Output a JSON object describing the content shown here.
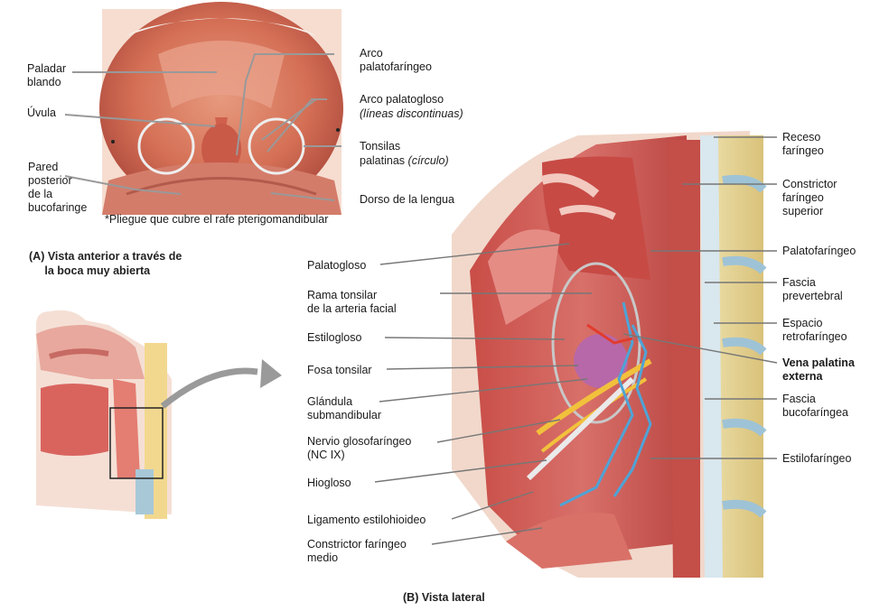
{
  "panel_a": {
    "caption": "(A) Vista anterior a través de\n     la boca muy abierta",
    "labels": {
      "paladar_blando": "Paladar\nblando",
      "uvula": "Úvula",
      "pared_posterior": "Pared\nposterior\nde la\nbucofaringe",
      "arco_palatofaringeo": "Arco\npalatofaríngeo",
      "arco_palatogloso": "Arco palatogloso",
      "lineas_discontinuas": "(líneas discontinuas)",
      "tonsilas_palatinas": "Tonsilas",
      "tonsilas_palatinas_2": "palatinas",
      "circulo": "(círculo)",
      "dorso_lengua": "Dorso de la lengua",
      "footnote": "*Pliegue que cubre el rafe pterigomandibular"
    }
  },
  "panel_b": {
    "caption": "(B) Vista lateral",
    "left_labels": {
      "palatogloso": "Palatogloso",
      "rama_tonsilar": "Rama tonsilar\nde la arteria facial",
      "estilogloso": "Estilogloso",
      "fosa_tonsilar": "Fosa tonsilar",
      "glandula_submandibular": "Glándula\nsubmandibular",
      "nervio_glosofaringeo": "Nervio glosofaríngeo\n(NC IX)",
      "hiogloso": "Hiogloso",
      "ligamento_estilohioideo": "Ligamento estilohioideo",
      "constrictor_medio": "Constrictor faríngeo\nmedio"
    },
    "right_labels": {
      "receso_faringeo": "Receso\nfaríngeo",
      "constrictor_superior": "Constrictor\nfaríngeo\nsuperior",
      "palatofaringeo": "Palatofaríngeo",
      "fascia_prevertebral": "Fascia\nprevertebral",
      "espacio_retrofaringeo": "Espacio\nretrofaríngeo",
      "vena_palatina_externa": "Vena palatina\nexterna",
      "fascia_bucofaringea": "Fascia\nbucofaríngea",
      "estilofaringeo": "Estilofaríngeo"
    }
  }
}
